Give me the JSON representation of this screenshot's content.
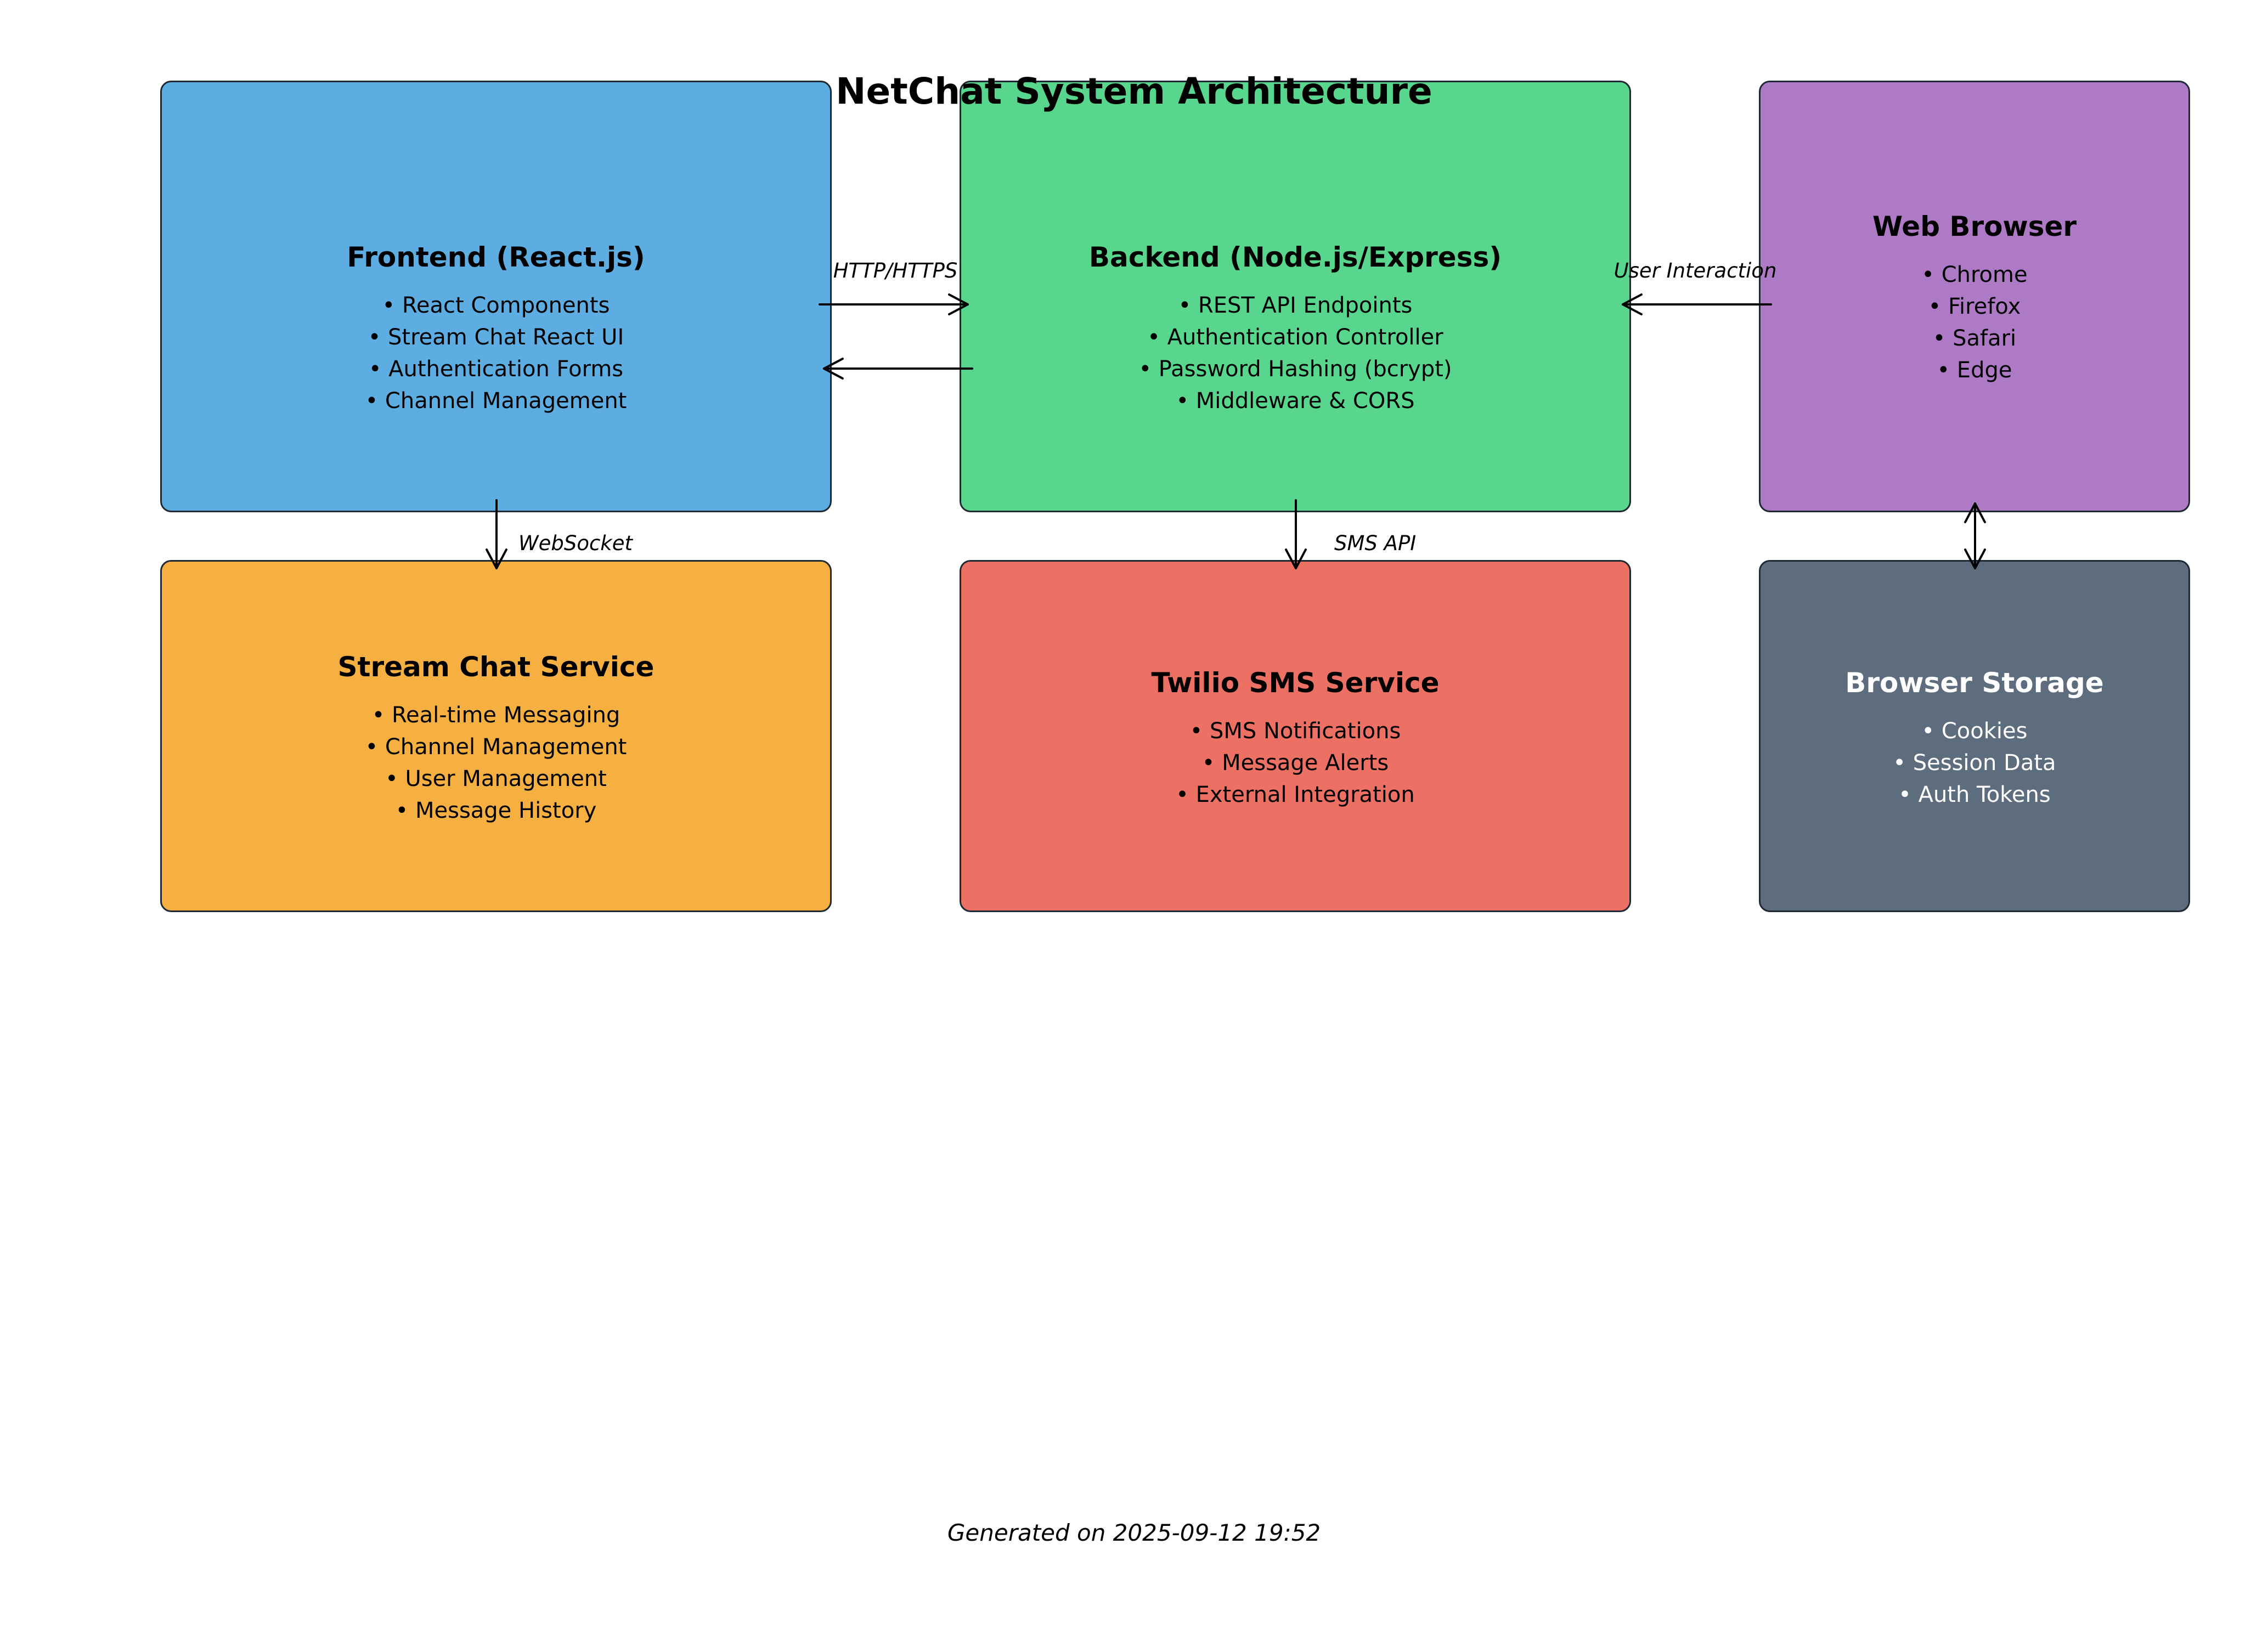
{
  "title": "NetChat System Architecture",
  "footer": "Generated on 2025-09-12 19:52",
  "colors": {
    "frontend": "#5DADE2",
    "backend": "#58D68D",
    "browser": "#AF7AC5",
    "stream": "#F5B041",
    "twilio": "#EC7063",
    "storage": "#5D6D7E",
    "border": "#1F2933"
  },
  "components": {
    "frontend": {
      "title": "Frontend (React.js)",
      "items": [
        "• React Components",
        "• Stream Chat React UI",
        "• Authentication Forms",
        "• Channel Management"
      ]
    },
    "backend": {
      "title": "Backend (Node.js/Express)",
      "items": [
        "• REST API Endpoints",
        "• Authentication Controller",
        "• Password Hashing (bcrypt)",
        "• Middleware & CORS"
      ]
    },
    "browser": {
      "title": "Web Browser",
      "items": [
        "• Chrome",
        "• Firefox",
        "• Safari",
        "• Edge"
      ]
    },
    "stream": {
      "title": "Stream Chat Service",
      "items": [
        "• Real-time Messaging",
        "• Channel Management",
        "• User Management",
        "• Message History"
      ]
    },
    "twilio": {
      "title": "Twilio SMS Service",
      "items": [
        "• SMS Notifications",
        "• Message Alerts",
        "• External Integration"
      ]
    },
    "storage": {
      "title": "Browser Storage",
      "items": [
        "• Cookies",
        "• Session Data",
        "• Auth Tokens"
      ]
    }
  },
  "connections": [
    {
      "from": "frontend",
      "to": "backend",
      "label": "HTTP/HTTPS"
    },
    {
      "from": "backend",
      "to": "frontend",
      "label": ""
    },
    {
      "from": "browser",
      "to": "backend",
      "label": "User Interaction"
    },
    {
      "from": "frontend",
      "to": "stream",
      "label": "WebSocket"
    },
    {
      "from": "backend",
      "to": "twilio",
      "label": "SMS API"
    },
    {
      "from": "browser",
      "to": "storage",
      "label": "",
      "bidirectional": true
    }
  ]
}
